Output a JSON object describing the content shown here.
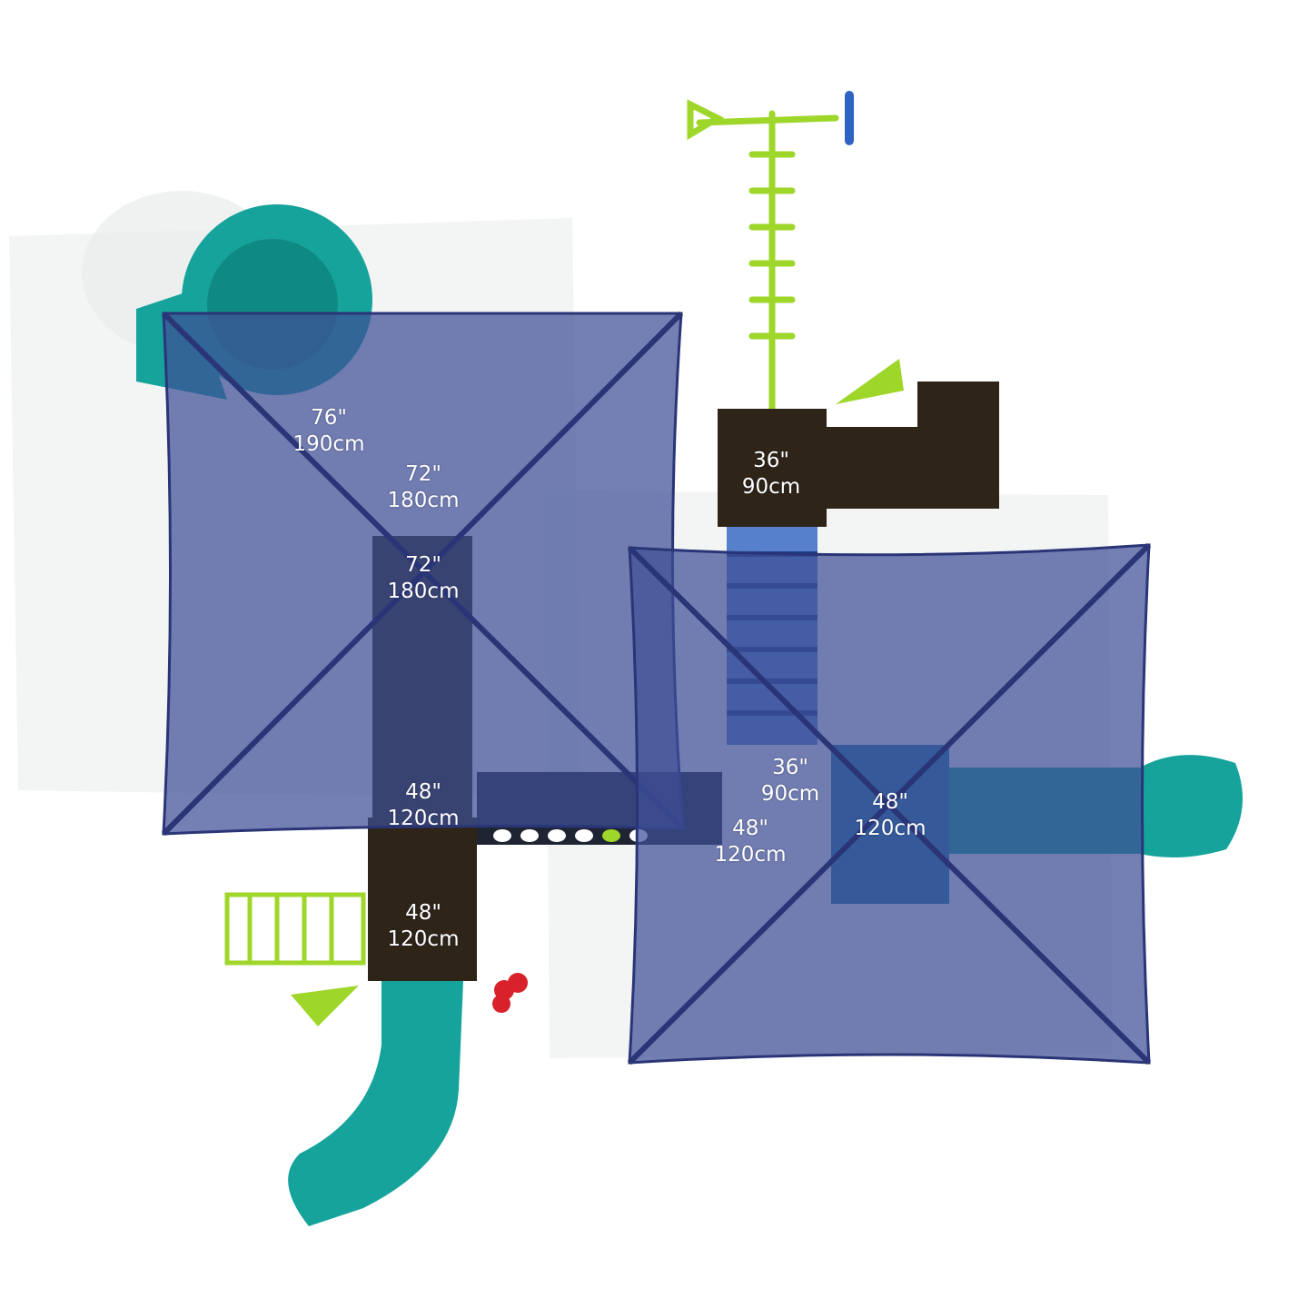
{
  "colors": {
    "canopy": "#3f4f96",
    "canopy_edge": "#2a3577",
    "deck": "#2e2418",
    "slide": "#15a39b",
    "lime": "#9ed62a",
    "blue_accent": "#2f63c2",
    "red_accent": "#d8212a"
  },
  "labels": [
    {
      "imperial": "76\"",
      "metric": "190cm"
    },
    {
      "imperial": "72\"",
      "metric": "180cm"
    },
    {
      "imperial": "72\"",
      "metric": "180cm"
    },
    {
      "imperial": "36\"",
      "metric": "90cm"
    },
    {
      "imperial": "48\"",
      "metric": "120cm"
    },
    {
      "imperial": "48\"",
      "metric": "120cm"
    },
    {
      "imperial": "36\"",
      "metric": "90cm"
    },
    {
      "imperial": "48\"",
      "metric": "120cm"
    },
    {
      "imperial": "48\"",
      "metric": "120cm"
    }
  ]
}
